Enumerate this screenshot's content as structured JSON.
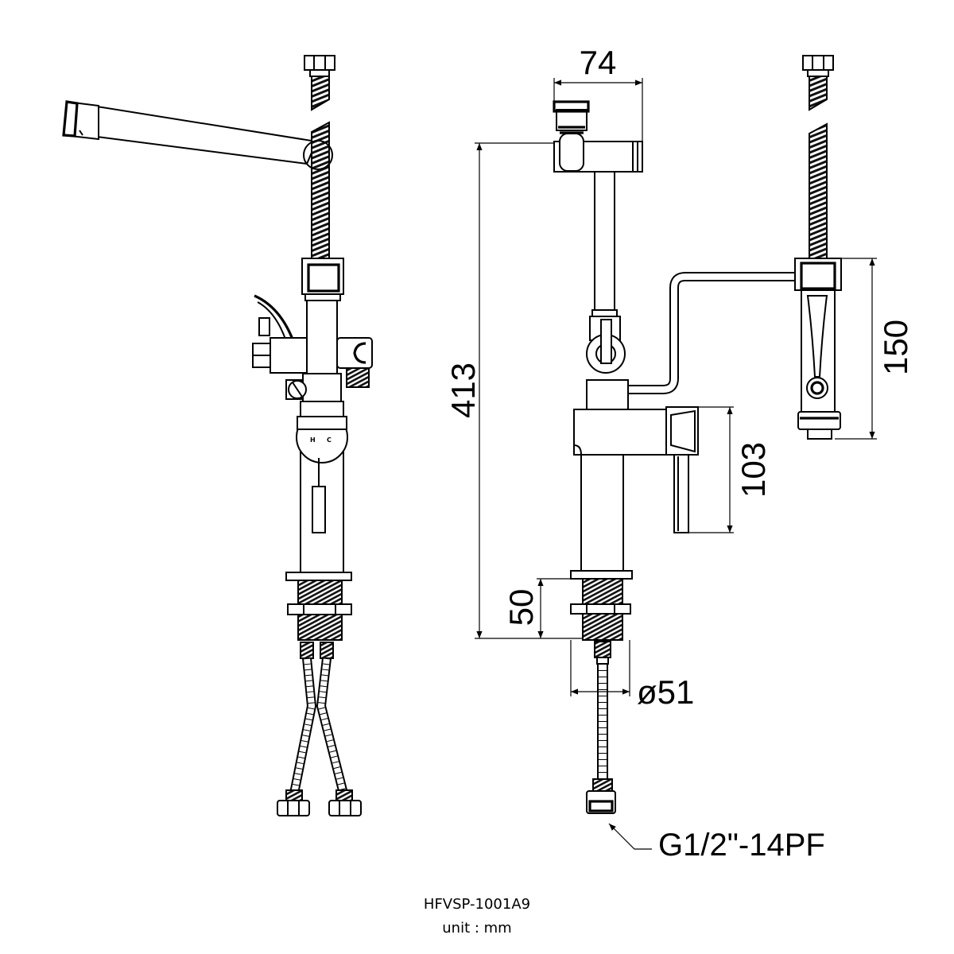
{
  "drawing": {
    "model": "HFVSP-1001A9",
    "unit": "unit : mm",
    "dims": {
      "top_width": "74",
      "overall_height": "413",
      "side_height": "150",
      "lever_height": "103",
      "shank_height": "50",
      "shank_diameter": "ø51"
    },
    "thread_callout": "G1/2\"-14PF",
    "valve_marks": {
      "hot": "H",
      "cold": "C"
    }
  },
  "colors": {
    "line": "#000000",
    "background": "#ffffff"
  }
}
